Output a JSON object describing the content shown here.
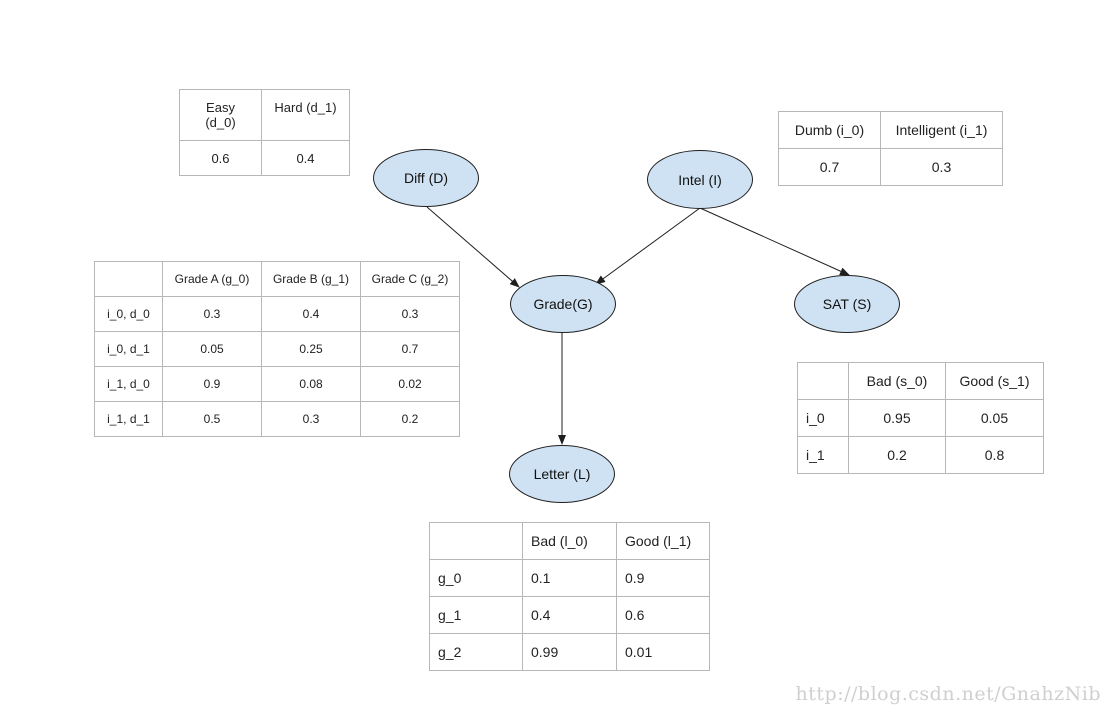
{
  "nodes": {
    "diff": "Diff (D)",
    "intel": "Intel (I)",
    "grade": "Grade(G)",
    "sat": "SAT (S)",
    "letter": "Letter (L)"
  },
  "cpt_difficulty": {
    "headers": [
      "Easy\n(d_0)",
      "Hard (d_1)"
    ],
    "values": [
      "0.6",
      "0.4"
    ]
  },
  "cpt_intelligence": {
    "headers": [
      "Dumb (i_0)",
      "Intelligent (i_1)"
    ],
    "values": [
      "0.7",
      "0.3"
    ]
  },
  "cpt_grade": {
    "headers": [
      "",
      "Grade A (g_0)",
      "Grade B (g_1)",
      "Grade C (g_2)"
    ],
    "rows": [
      [
        "i_0, d_0",
        "0.3",
        "0.4",
        "0.3"
      ],
      [
        "i_0, d_1",
        "0.05",
        "0.25",
        "0.7"
      ],
      [
        "i_1, d_0",
        "0.9",
        "0.08",
        "0.02"
      ],
      [
        "i_1, d_1",
        "0.5",
        "0.3",
        "0.2"
      ]
    ]
  },
  "cpt_sat": {
    "headers": [
      "",
      "Bad (s_0)",
      "Good (s_1)"
    ],
    "rows": [
      [
        "i_0",
        "0.95",
        "0.05"
      ],
      [
        "i_1",
        "0.2",
        "0.8"
      ]
    ]
  },
  "cpt_letter": {
    "headers": [
      "",
      "Bad (l_0)",
      "Good (l_1)"
    ],
    "rows": [
      [
        "g_0",
        "0.1",
        "0.9"
      ],
      [
        "g_1",
        "0.4",
        "0.6"
      ],
      [
        "g_2",
        "0.99",
        "0.01"
      ]
    ]
  },
  "watermark": "http://blog.csdn.net/GnahzNib",
  "colors": {
    "node_fill": "#cfe2f3",
    "node_border": "#1f1f1f",
    "table_border": "#b7b7b7",
    "edge": "#1f1f1f"
  }
}
